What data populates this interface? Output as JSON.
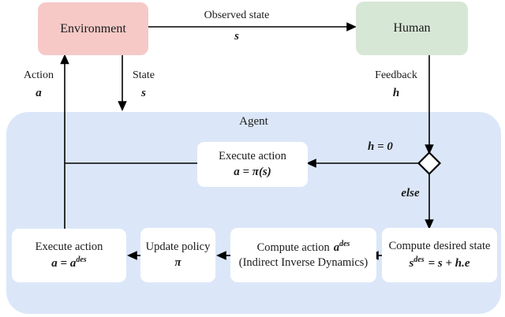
{
  "figure": {
    "agent_label": "Agent"
  },
  "nodes": {
    "environment": {
      "label": "Environment"
    },
    "human": {
      "label": "Human"
    },
    "execute_action_policy": {
      "title": "Execute action",
      "formula": "a = π(s)"
    },
    "execute_action_desired": {
      "title": "Execute action",
      "formula_base": "a = a",
      "formula_sup": "des"
    },
    "update_policy": {
      "title": "Update policy",
      "formula": "π"
    },
    "compute_action": {
      "title": "Compute action",
      "formula_var": "a",
      "formula_sup": "des",
      "subtitle": "(Indirect Inverse Dynamics)"
    },
    "compute_desired_state": {
      "title": "Compute desired state",
      "formula_var": "s",
      "formula_sup": "des",
      "formula_rest": "= s + h.e"
    }
  },
  "edges": {
    "observed_state": {
      "label": "Observed state",
      "symbol": "s"
    },
    "action": {
      "label": "Action",
      "symbol": "a"
    },
    "state": {
      "label": "State",
      "symbol": "s"
    },
    "feedback": {
      "label": "Feedback",
      "symbol": "h"
    },
    "h_zero": {
      "label": "h = 0"
    },
    "else_branch": {
      "label": "else"
    }
  },
  "colors": {
    "environment_fill": "#f6c9c7",
    "human_fill": "#d7e7d5",
    "agent_fill": "#dbe7f8",
    "process_fill": "#ffffff",
    "line": "#000000",
    "text": "#1a1a1a"
  }
}
